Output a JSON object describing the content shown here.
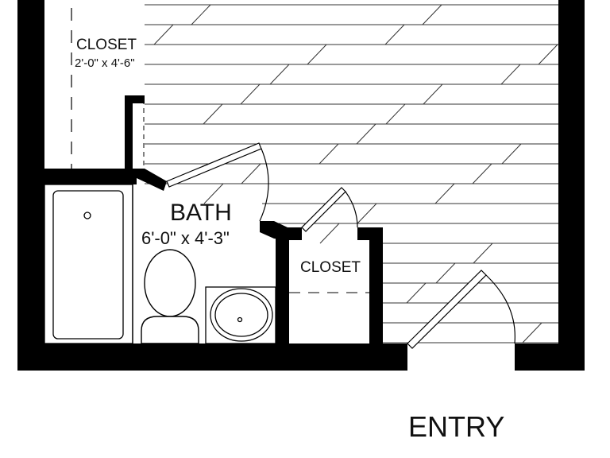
{
  "rooms": {
    "closet_top": {
      "name": "CLOSET",
      "size": "2'-0\" x 4'-6\""
    },
    "bath": {
      "name": "BATH",
      "size": "6'-0\" x 4'-3\""
    },
    "closet_small": {
      "name": "CLOSET"
    },
    "entry": {
      "name": "ENTRY"
    }
  },
  "colors": {
    "wall": "#000000",
    "floor_line": "#333333",
    "background": "#ffffff"
  }
}
